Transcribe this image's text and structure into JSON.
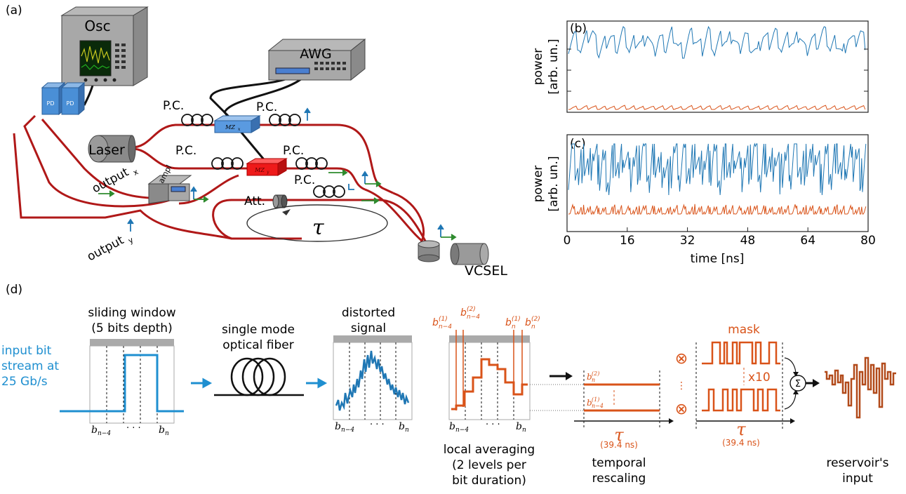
{
  "panel_labels": {
    "a": "(a)",
    "b": "(b)",
    "c": "(c)",
    "d": "(d)"
  },
  "setup": {
    "osc": "Osc",
    "awg": "AWG",
    "laser": "Laser",
    "pd1": "PD",
    "pd2": "PD",
    "pc1": "P.C.",
    "pc2": "P.C.",
    "pc3": "P.C.",
    "pc4": "P.C.",
    "pc5": "P.C.",
    "mzx": "MZ",
    "mzx_sub": "x",
    "mzy": "MZ",
    "mzy_sub": "y",
    "ampl": "ampl",
    "att": "Att.",
    "tau": "τ",
    "vcsel": "VCSEL",
    "output_x": "output",
    "output_x_sub": "x",
    "output_y": "output",
    "output_y_sub": "y"
  },
  "plots": {
    "ylabel_line1": "power",
    "ylabel_line2": "[arb. un.]",
    "xlabel": "time [ns]",
    "xticks": [
      "0",
      "16",
      "32",
      "48",
      "64",
      "80"
    ]
  },
  "chart_data": [
    {
      "type": "line",
      "panel": "(b)",
      "series": [
        {
          "color": "#1f77b4",
          "level": "high",
          "values": [
            0.62,
            0.85,
            0.55,
            0.78,
            0.9,
            0.48,
            0.7,
            0.82,
            0.6,
            0.93,
            0.52,
            0.74,
            0.66,
            0.88,
            0.45,
            0.8,
            0.58,
            0.91,
            0.63,
            0.5,
            0.86,
            0.72,
            0.57,
            0.95,
            0.49,
            0.77,
            0.68,
            0.84,
            0.53,
            0.89,
            0.61,
            0.47,
            0.83,
            0.7,
            0.92,
            0.56,
            0.75,
            0.64,
            0.87,
            0.51,
            0.79,
            0.69,
            0.94,
            0.55,
            0.73,
            0.46,
            0.81,
            0.67,
            0.9,
            0.59
          ]
        },
        {
          "color": "#d95319",
          "level": "low",
          "values": [
            0.1,
            0.14,
            0.09,
            0.13,
            0.16,
            0.08,
            0.12,
            0.15,
            0.1,
            0.17,
            0.09,
            0.13,
            0.11,
            0.15,
            0.08,
            0.14,
            0.1,
            0.16,
            0.11,
            0.09,
            0.15,
            0.12,
            0.1,
            0.17,
            0.08,
            0.13,
            0.12,
            0.15,
            0.09,
            0.16,
            0.11,
            0.08,
            0.14,
            0.12,
            0.16,
            0.1,
            0.13,
            0.11,
            0.15,
            0.09,
            0.14,
            0.12,
            0.17,
            0.1,
            0.13,
            0.08,
            0.14,
            0.12,
            0.16,
            0.1
          ]
        }
      ]
    },
    {
      "type": "line",
      "panel": "(c)",
      "x_range": [
        0,
        80
      ],
      "series": [
        {
          "color": "#1f77b4",
          "level": "high",
          "values": [
            0.55,
            0.9,
            0.4,
            0.82,
            0.35,
            0.95,
            0.5,
            0.72,
            0.3,
            0.88,
            0.45,
            0.98,
            0.38,
            0.76,
            0.6,
            0.92,
            0.33,
            0.85,
            0.48,
            0.7,
            0.28,
            0.94,
            0.52,
            0.8,
            0.42,
            0.97,
            0.36,
            0.78,
            0.58,
            0.89,
            0.31,
            0.83,
            0.46,
            0.96,
            0.39,
            0.74,
            0.62,
            0.91,
            0.34,
            0.86,
            0.49,
            0.93,
            0.37,
            0.79,
            0.56,
            0.99,
            0.41,
            0.75,
            0.59,
            0.87,
            0.32,
            0.84,
            0.47,
            0.95,
            0.43,
            0.77,
            0.61,
            0.9,
            0.35,
            0.81
          ]
        },
        {
          "color": "#d95319",
          "level": "low",
          "values": [
            0.12,
            0.22,
            0.08,
            0.2,
            0.06,
            0.24,
            0.11,
            0.18,
            0.07,
            0.23,
            0.1,
            0.25,
            0.09,
            0.19,
            0.14,
            0.22,
            0.06,
            0.21,
            0.12,
            0.17,
            0.05,
            0.24,
            0.13,
            0.2,
            0.09,
            0.25,
            0.08,
            0.19,
            0.14,
            0.23,
            0.07,
            0.21,
            0.11,
            0.24,
            0.09,
            0.18,
            0.15,
            0.22,
            0.07,
            0.21,
            0.12,
            0.23,
            0.08,
            0.2,
            0.13,
            0.25,
            0.1,
            0.18,
            0.14,
            0.22,
            0.06,
            0.21,
            0.11,
            0.24,
            0.1,
            0.19,
            0.15,
            0.22,
            0.08,
            0.2
          ]
        }
      ]
    }
  ],
  "pipeline": {
    "input_line1": "input bit",
    "input_line2": "stream at",
    "input_line3": "25 Gb/s",
    "window_line1": "sliding window",
    "window_line2": "(5 bits depth)",
    "fiber_line1": "single mode",
    "fiber_line2": "optical fiber",
    "distorted_line1": "distorted",
    "distorted_line2": "signal",
    "avg_line1": "local averaging",
    "avg_line2": "(2 levels per",
    "avg_line3": "bit duration)",
    "rescale_line1": "temporal",
    "rescale_line2": "rescaling",
    "reservoir_line1": "reservoir's",
    "reservoir_line2": "input",
    "mask": "mask",
    "x10": "x10",
    "tau": "τ",
    "tau_value": "(39.4 ns)",
    "b_nm4": "b",
    "b_nm4_sub": "n−4",
    "b_n": "b",
    "b_n_sub": "n",
    "dots": "· · ·",
    "b_top_1": "b",
    "b_top_1_sup": "(1)",
    "b_top_1_sub": "n−4",
    "b_top_2": "b",
    "b_top_2_sup": "(2)",
    "b_top_2_sub": "n−4",
    "b_top_3": "b",
    "b_top_3_sup": "(1)",
    "b_top_3_sub": "n",
    "b_top_4": "b",
    "b_top_4_sup": "(2)",
    "b_top_4_sub": "n",
    "sum": "Σ",
    "otimes": "⊗"
  },
  "colors": {
    "blue": "#1f77b4",
    "orange": "#d95319",
    "red": "#c81e1e",
    "fiber_red": "#b01818"
  }
}
